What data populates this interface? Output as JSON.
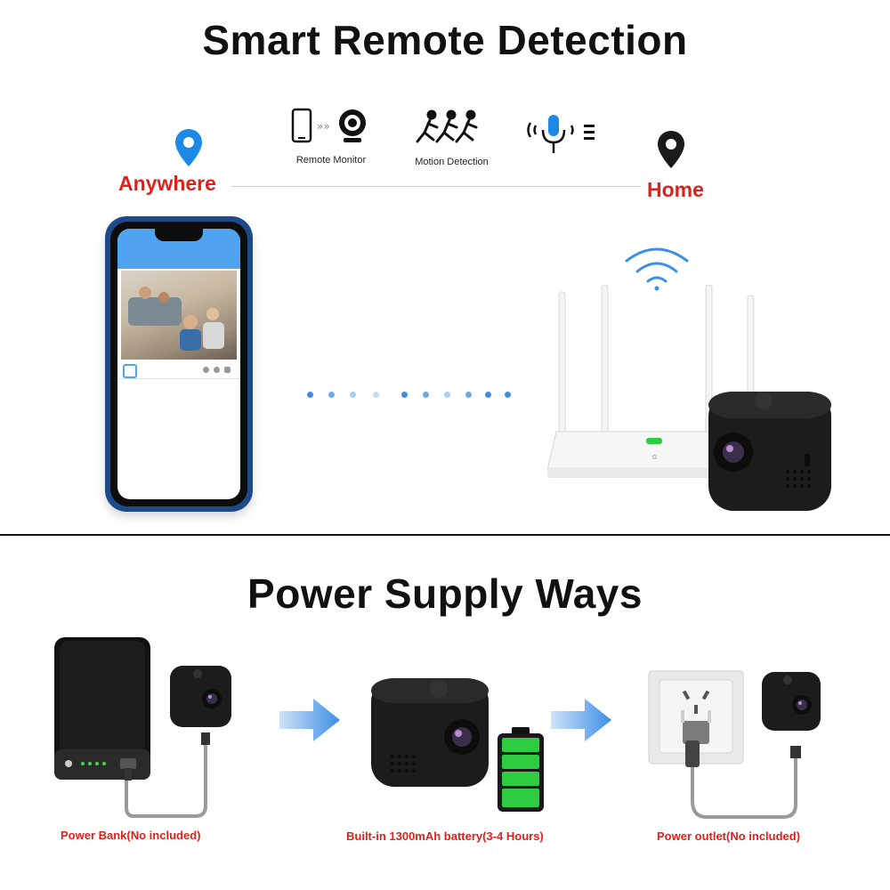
{
  "section1": {
    "title": "Smart Remote Detection",
    "features": [
      {
        "label": "Remote Monitor",
        "icon": "phone-camera-icon"
      },
      {
        "label": "Motion Detection",
        "icon": "running-people-icon"
      },
      {
        "label": "",
        "icon": "microphone-sound-icon"
      }
    ],
    "left_label": "Anywhere",
    "right_label": "Home"
  },
  "section2": {
    "title": "Power Supply Ways",
    "options": [
      {
        "label": "Power Bank(No included)"
      },
      {
        "label": "Built-in 1300mAh battery(3-4 Hours)"
      },
      {
        "label": "Power outlet(No included)"
      }
    ]
  },
  "colors": {
    "accent_red": "#e0201b",
    "accent_blue": "#1e88e5",
    "arrow_blue": "#4a90e2",
    "battery_green": "#2ecc40"
  }
}
